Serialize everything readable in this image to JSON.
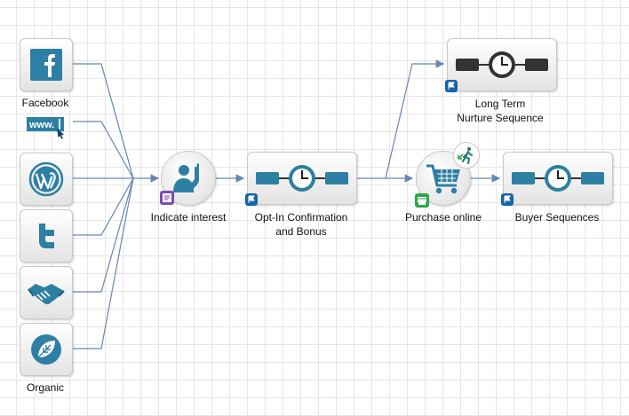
{
  "colors": {
    "connector": "#6786b4",
    "icon_blue": "#2d7fa3",
    "icon_dark": "#222222",
    "flag_blue": "#1464a8",
    "form_purple": "#7b4bb0",
    "cart_green": "#2aa84a"
  },
  "sources": [
    {
      "id": "facebook",
      "icon": "facebook-icon",
      "label": "Facebook"
    },
    {
      "id": "website",
      "icon": "www-icon",
      "label": ""
    },
    {
      "id": "wordpress",
      "icon": "wordpress-icon",
      "label": ""
    },
    {
      "id": "twitter",
      "icon": "twitter-icon",
      "label": ""
    },
    {
      "id": "referral",
      "icon": "handshake-icon",
      "label": ""
    },
    {
      "id": "organic",
      "icon": "leaf-icon",
      "label": "Organic"
    }
  ],
  "nodes": {
    "indicate_interest": {
      "label": "Indicate interest",
      "icon": "user-hand-raised-icon",
      "badge": "form-icon"
    },
    "optin": {
      "label_line1": "Opt-In Confirmation",
      "label_line2": "and Bonus",
      "icon": "clock-sequence-icon",
      "badge": "flag-icon"
    },
    "long_term": {
      "label_line1": "Long Term",
      "label_line2": "Nurture Sequence",
      "icon": "clock-sequence-icon",
      "badge": "flag-icon"
    },
    "purchase": {
      "label": "Purchase online",
      "icon": "shopping-cart-icon",
      "badge": "store-icon",
      "goal": "walking-person-icon"
    },
    "buyer": {
      "label": "Buyer Sequences",
      "icon": "clock-sequence-icon",
      "badge": "flag-icon"
    }
  },
  "connectors": [
    {
      "from": "facebook",
      "to": "indicate_interest"
    },
    {
      "from": "website",
      "to": "indicate_interest"
    },
    {
      "from": "wordpress",
      "to": "indicate_interest"
    },
    {
      "from": "twitter",
      "to": "indicate_interest"
    },
    {
      "from": "referral",
      "to": "indicate_interest"
    },
    {
      "from": "organic",
      "to": "indicate_interest"
    },
    {
      "from": "indicate_interest",
      "to": "optin"
    },
    {
      "from": "optin",
      "to": "long_term"
    },
    {
      "from": "optin",
      "to": "purchase"
    },
    {
      "from": "purchase",
      "to": "buyer"
    }
  ]
}
